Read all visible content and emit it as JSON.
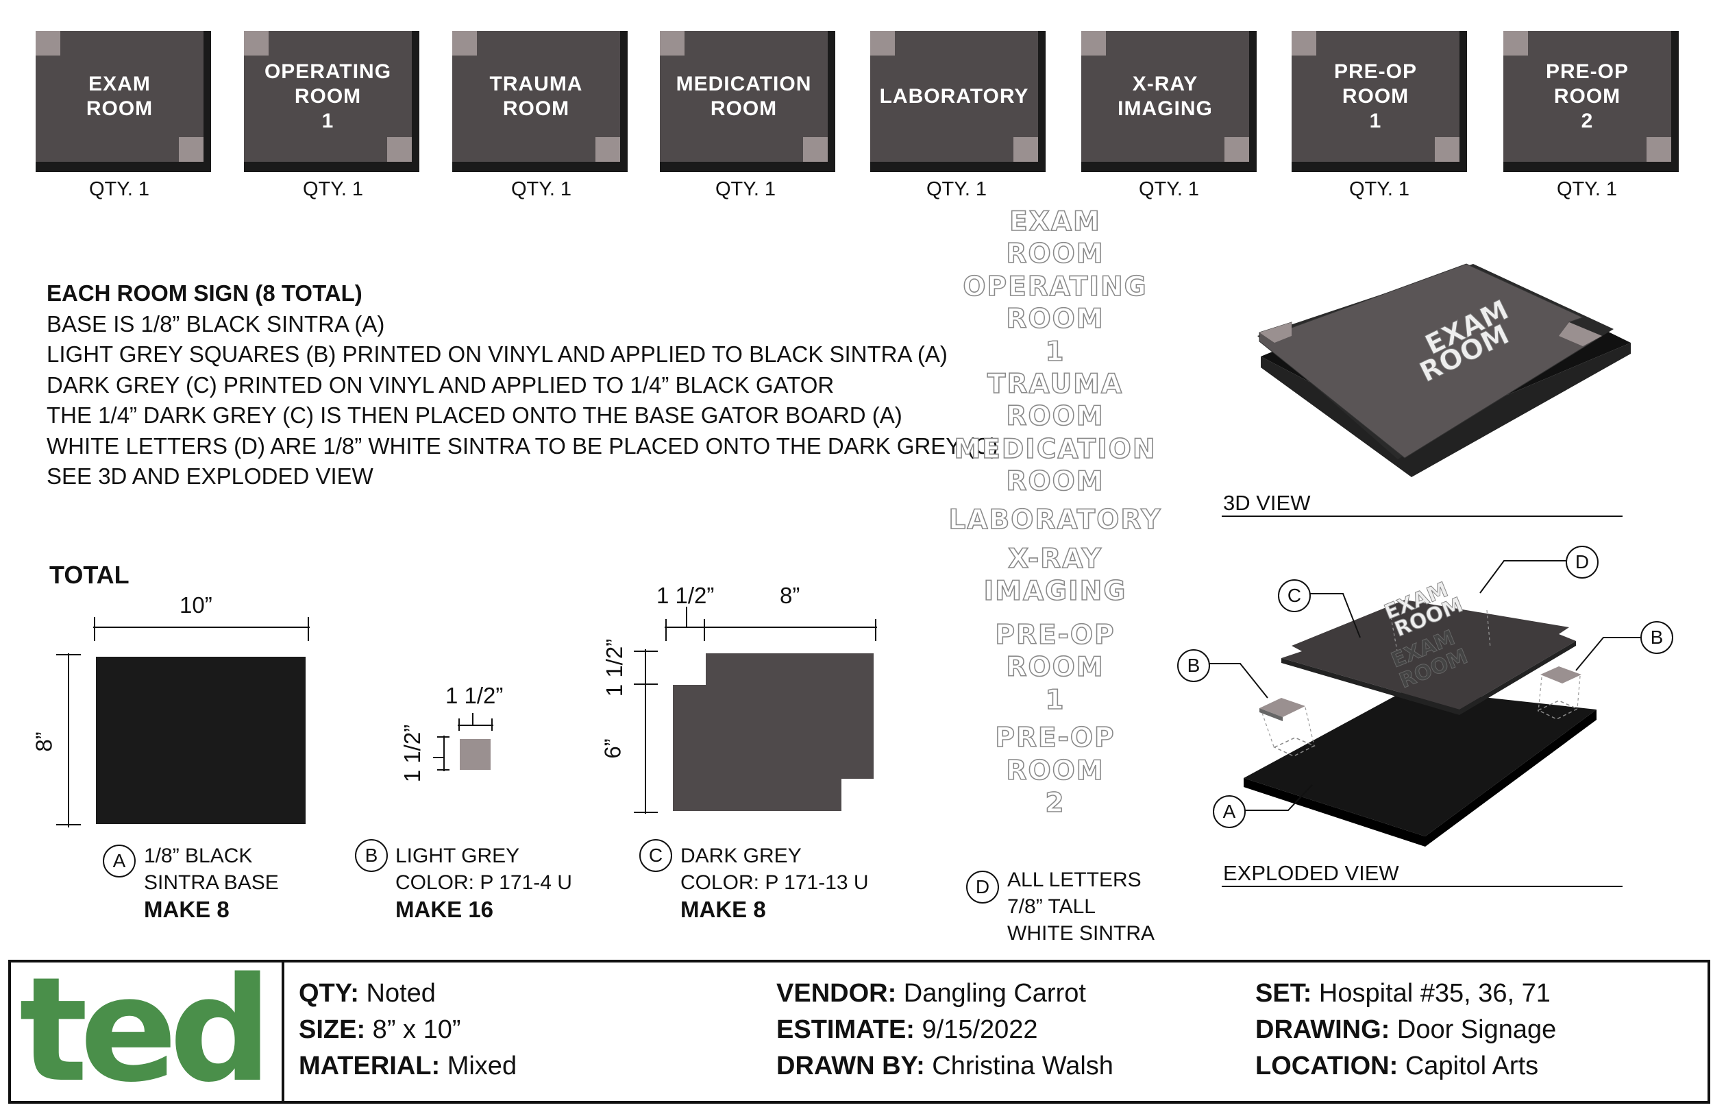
{
  "signs": [
    {
      "text": "EXAM\nROOM",
      "qty": "QTY. 1"
    },
    {
      "text": "OPERATING\nROOM\n1",
      "qty": "QTY. 1"
    },
    {
      "text": "TRAUMA\nROOM",
      "qty": "QTY. 1"
    },
    {
      "text": "MEDICATION\nROOM",
      "qty": "QTY. 1"
    },
    {
      "text": "LABORATORY",
      "qty": "QTY. 1"
    },
    {
      "text": "X-RAY\nIMAGING",
      "qty": "QTY. 1"
    },
    {
      "text": "PRE-OP\nROOM\n1",
      "qty": "QTY. 1"
    },
    {
      "text": "PRE-OP\nROOM\n2",
      "qty": "QTY. 1"
    }
  ],
  "notes": {
    "heading": "EACH ROOM SIGN (8 TOTAL)",
    "lines": [
      "BASE IS 1/8” BLACK SINTRA (A)",
      "LIGHT GREY SQUARES (B) PRINTED ON VINYL AND APPLIED TO BLACK SINTRA (A)",
      "DARK GREY (C) PRINTED ON VINYL AND APPLIED TO 1/4” BLACK GATOR",
      "THE 1/4” DARK GREY (C) IS THEN PLACED ONTO THE BASE GATOR BOARD (A)",
      "WHITE LETTERS (D) ARE 1/8”  WHITE SINTRA TO BE PLACED ONTO THE DARK GREY (C)",
      "SEE 3D  AND EXPLODED VIEW"
    ]
  },
  "letter_stack": [
    "EXAM",
    "ROOM",
    "OPERATING",
    "ROOM",
    "1",
    "TRAUMA",
    "ROOM",
    "MEDICATION",
    "ROOM",
    "LABORATORY",
    "X-RAY",
    "IMAGING",
    "PRE-OP",
    "ROOM",
    "1",
    "PRE-OP",
    "ROOM",
    "2"
  ],
  "total_label": "TOTAL",
  "parts": {
    "a": {
      "circle": "A",
      "dim_w": "10”",
      "dim_h": "8”",
      "line1": "1/8” BLACK",
      "line2": "SINTRA BASE",
      "make": "MAKE 8"
    },
    "b": {
      "circle": "B",
      "dim_w": "1 1/2”",
      "dim_h": "1 1/2”",
      "line1": "LIGHT GREY",
      "line2": "COLOR: P 171-4 U",
      "make": "MAKE 16"
    },
    "c": {
      "circle": "C",
      "dim_w1": "1 1/2”",
      "dim_w2": "8”",
      "dim_h1": "1 1/2”",
      "dim_h2": "6”",
      "line1": "DARK GREY",
      "line2": "COLOR: P 171-13 U",
      "make": "MAKE 8"
    },
    "d": {
      "circle": "D",
      "line1": "ALL LETTERS",
      "line2": "7/8” TALL",
      "line3": "WHITE SINTRA"
    }
  },
  "views": {
    "view3d_label": "3D VIEW",
    "exploded_label": "EXPLODED VIEW",
    "sign_text_line1": "EXAM",
    "sign_text_line2": "ROOM"
  },
  "title_block": {
    "logo": "ted",
    "col1": [
      {
        "k": "QTY:",
        "v": " Noted"
      },
      {
        "k": "SIZE:",
        "v": " 8” x 10”"
      },
      {
        "k": "MATERIAL:",
        "v": " Mixed"
      }
    ],
    "col2": [
      {
        "k": "VENDOR:",
        "v": " Dangling Carrot"
      },
      {
        "k": "ESTIMATE:",
        "v": " 9/15/2022"
      },
      {
        "k": "DRAWN BY:",
        "v": " Christina Walsh"
      }
    ],
    "col3": [
      {
        "k": "SET:",
        "v": " Hospital #35, 36, 71"
      },
      {
        "k": "DRAWING:",
        "v": " Door Signage"
      },
      {
        "k": "LOCATION:",
        "v": " Capitol Arts"
      }
    ]
  },
  "colors": {
    "base": "#1a1a1a",
    "dark_grey": "#4f4a4b",
    "light_grey": "#9a9090",
    "logo_green": "#4a8f4a"
  }
}
